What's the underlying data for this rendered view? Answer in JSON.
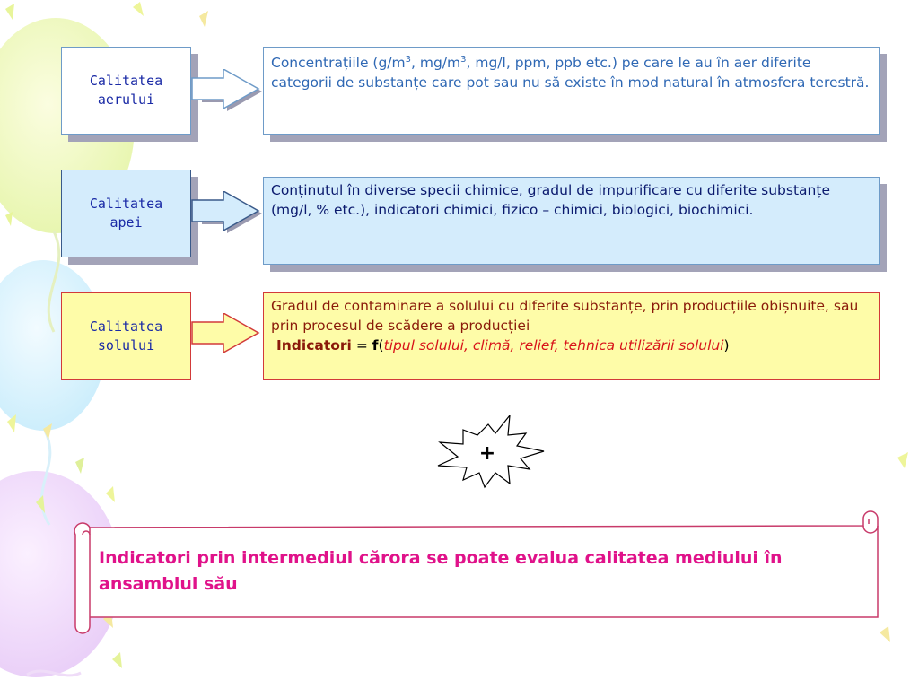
{
  "rows": [
    {
      "label": "Calitatea\naerului",
      "description": {
        "t1": "Concentrațiile (g/m",
        "sup1": "3",
        "t2": ", mg/m",
        "sup2": "3",
        "t3": ", mg/l, ppm, ppb etc.) pe care le au în aer diferite categorii de substanțe care pot sau nu să existe în mod natural în atmosfera terestră."
      }
    },
    {
      "label": "Calitatea\napei",
      "description": "Conținutul în diverse specii chimice, gradul de impurificare cu diferite substanțe (mg/l, % etc.), indicatori chimici, fizico – chimici, biologici, biochimici."
    },
    {
      "label": "Calitatea\nsolului",
      "description": "Gradul de contaminare a solului cu diferite substanțe, prin producțiile obișnuite, sau prin procesul de scădere a producției",
      "formula": {
        "keyword": "Indicatori",
        "equals": "=",
        "func": "f",
        "open": "(",
        "args": "tipul solului, climă, relief, tehnica utilizării solului",
        "close": ")"
      }
    }
  ],
  "plus": "+",
  "scroll_text": "Indicatori prin intermediul cărora se poate evalua calitatea mediului în ansamblul său",
  "colors": {
    "air_fill": "#ffffff",
    "water_fill": "#d4ecfc",
    "soil_fill": "#fefca8",
    "scroll_text": "#e0128a",
    "label_text": "#1a2aa6"
  }
}
